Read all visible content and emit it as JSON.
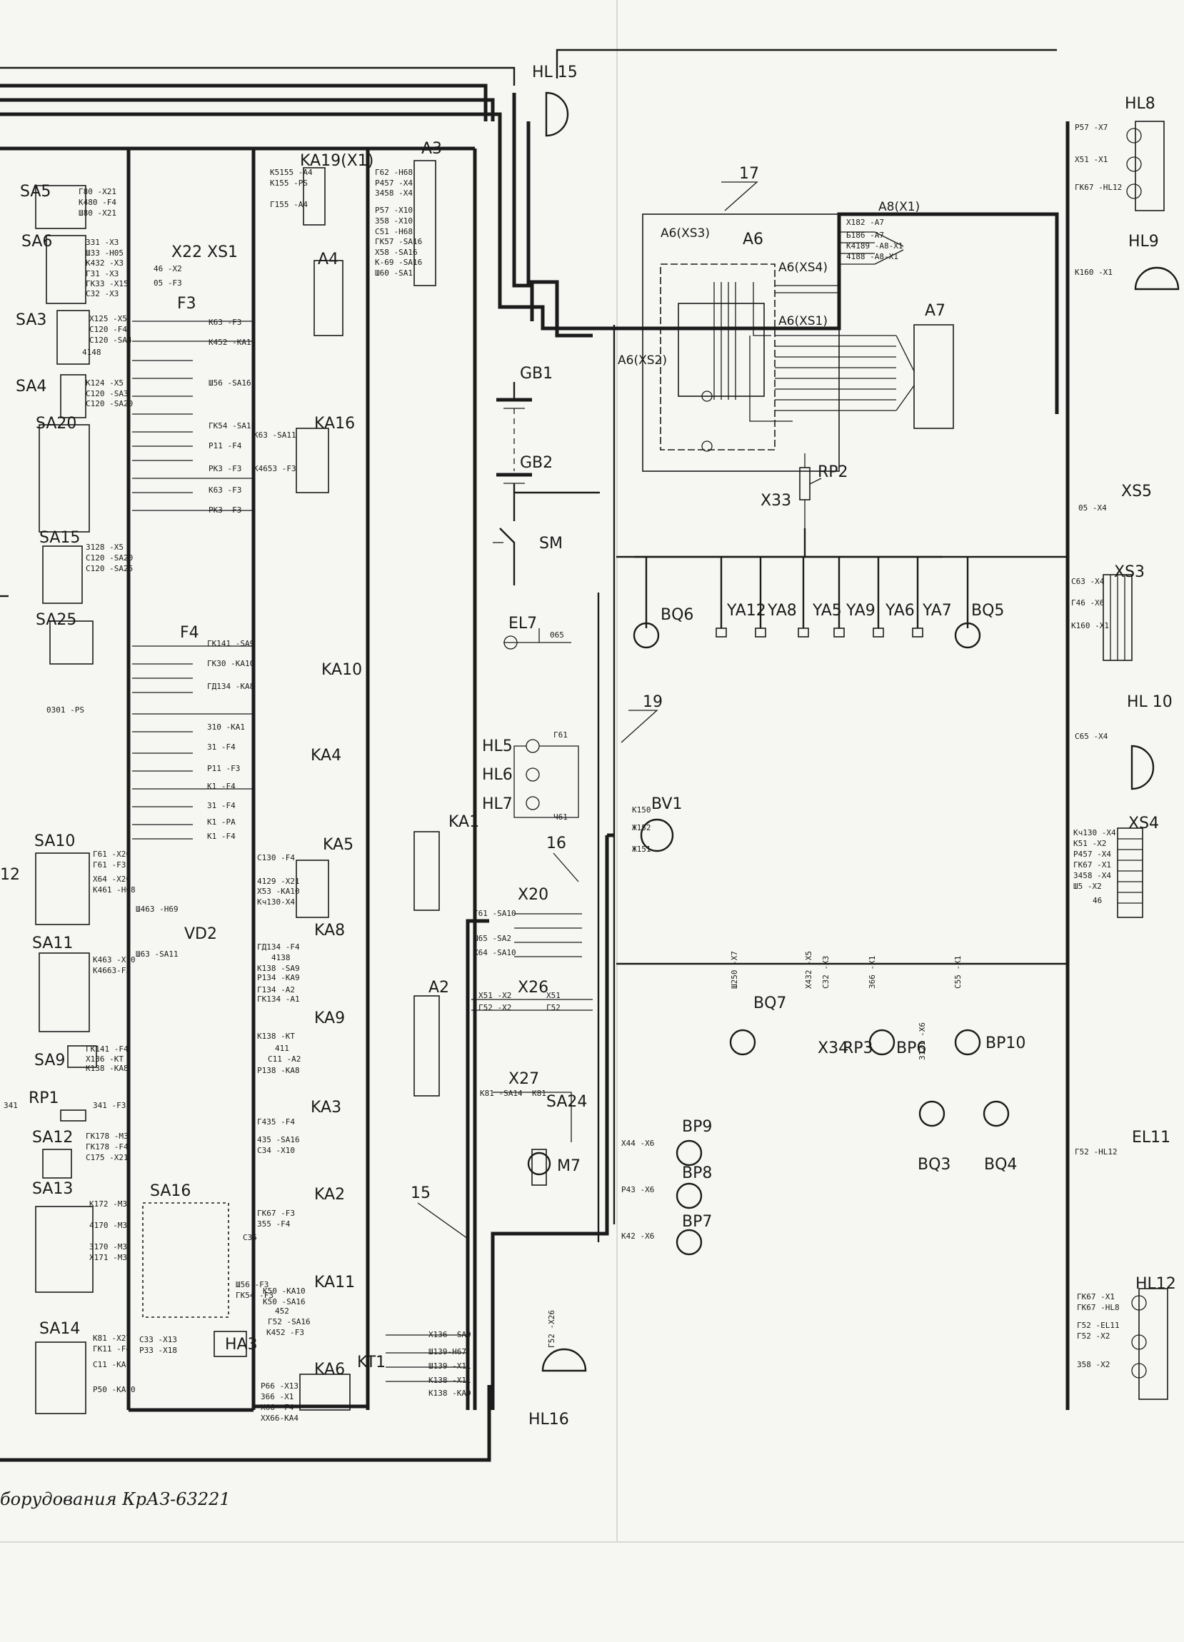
{
  "caption": "борудования КрАЗ-63221",
  "components": [
    {
      "id": "HL15",
      "label": "HL 15"
    },
    {
      "id": "HL8",
      "label": "HL8"
    },
    {
      "id": "HL9",
      "label": "HL9"
    },
    {
      "id": "SA5",
      "label": "SA5"
    },
    {
      "id": "SA6",
      "label": "SA6"
    },
    {
      "id": "KA19",
      "label": "KA19(X1)"
    },
    {
      "id": "A3",
      "label": "A3"
    },
    {
      "id": "X22",
      "label": "X22"
    },
    {
      "id": "XS1",
      "label": "XS1"
    },
    {
      "id": "A4",
      "label": "A4"
    },
    {
      "id": "F3",
      "label": "F3"
    },
    {
      "id": "SA3",
      "label": "SA3"
    },
    {
      "id": "SA4",
      "label": "SA4"
    },
    {
      "id": "SA20",
      "label": "SA20"
    },
    {
      "id": "KA16",
      "label": "KA16"
    },
    {
      "id": "SA15",
      "label": "SA15"
    },
    {
      "id": "GB1",
      "label": "GB1"
    },
    {
      "id": "GB2",
      "label": "GB2"
    },
    {
      "id": "SM",
      "label": "SM"
    },
    {
      "id": "A6",
      "label": "A6"
    },
    {
      "id": "A6XS3",
      "label": "A6(XS3)"
    },
    {
      "id": "A6XS4",
      "label": "A6(XS4)"
    },
    {
      "id": "A6XS1",
      "label": "A6(XS1)"
    },
    {
      "id": "A6XS2",
      "label": "A6(XS2)"
    },
    {
      "id": "A8X1",
      "label": "A8(X1)"
    },
    {
      "id": "A7",
      "label": "A7"
    },
    {
      "id": "RP2",
      "label": "RP2"
    },
    {
      "id": "X33",
      "label": "X33"
    },
    {
      "id": "XS5",
      "label": "XS5"
    },
    {
      "id": "XS3",
      "label": "XS3"
    },
    {
      "id": "BQ6",
      "label": "BQ6"
    },
    {
      "id": "YA12",
      "label": "YA12"
    },
    {
      "id": "YA8",
      "label": "YA8"
    },
    {
      "id": "YA5",
      "label": "YA5"
    },
    {
      "id": "YA9",
      "label": "YA9"
    },
    {
      "id": "YA6",
      "label": "YA6"
    },
    {
      "id": "YA7",
      "label": "YA7"
    },
    {
      "id": "BQ5",
      "label": "BQ5"
    },
    {
      "id": "SA25",
      "label": "SA25"
    },
    {
      "id": "F4",
      "label": "F4"
    },
    {
      "id": "KA10",
      "label": "KA10"
    },
    {
      "id": "EL7",
      "label": "EL7"
    },
    {
      "id": "HL10",
      "label": "HL 10"
    },
    {
      "id": "HL5",
      "label": "HL5"
    },
    {
      "id": "HL6",
      "label": "HL6"
    },
    {
      "id": "HL7",
      "label": "HL7"
    },
    {
      "id": "KA4",
      "label": "KA4"
    },
    {
      "id": "BV1",
      "label": "BV1"
    },
    {
      "id": "XS4",
      "label": "XS4"
    },
    {
      "id": "SA10",
      "label": "SA10"
    },
    {
      "id": "KA1",
      "label": "KA1"
    },
    {
      "id": "KA5",
      "label": "KA5"
    },
    {
      "id": "X20",
      "label": "X20"
    },
    {
      "id": "VD2",
      "label": "VD2"
    },
    {
      "id": "KA8",
      "label": "KA8"
    },
    {
      "id": "SA11",
      "label": "SA11"
    },
    {
      "id": "A2",
      "label": "A2"
    },
    {
      "id": "X26",
      "label": "X26"
    },
    {
      "id": "BQ7",
      "label": "BQ7"
    },
    {
      "id": "X34",
      "label": "X34"
    },
    {
      "id": "RP3",
      "label": "RP3"
    },
    {
      "id": "BP6",
      "label": "BP6"
    },
    {
      "id": "BP10",
      "label": "BP10"
    },
    {
      "id": "KA9",
      "label": "KA9"
    },
    {
      "id": "SA9",
      "label": "SA9"
    },
    {
      "id": "RP1",
      "label": "RP1"
    },
    {
      "id": "X27",
      "label": "X27"
    },
    {
      "id": "SA24",
      "label": "SA24"
    },
    {
      "id": "M7",
      "label": "M7"
    },
    {
      "id": "BQ3",
      "label": "BQ3"
    },
    {
      "id": "BQ4",
      "label": "BQ4"
    },
    {
      "id": "KA3",
      "label": "KA3"
    },
    {
      "id": "SA12",
      "label": "SA12"
    },
    {
      "id": "BP9",
      "label": "BP9"
    },
    {
      "id": "EL11",
      "label": "EL11"
    },
    {
      "id": "BP8",
      "label": "BP8"
    },
    {
      "id": "SA13",
      "label": "SA13"
    },
    {
      "id": "SA16",
      "label": "SA16"
    },
    {
      "id": "KA2",
      "label": "KA2"
    },
    {
      "id": "BP7",
      "label": "BP7"
    },
    {
      "id": "KA11",
      "label": "KA11"
    },
    {
      "id": "HL12",
      "label": "HL12"
    },
    {
      "id": "SA14",
      "label": "SA14"
    },
    {
      "id": "HA3",
      "label": "HA3"
    },
    {
      "id": "KA6",
      "label": "KA6"
    },
    {
      "id": "KT1",
      "label": "KT1"
    },
    {
      "id": "HL16",
      "label": "HL16"
    }
  ],
  "callouts": [
    {
      "id": "c17",
      "label": "17"
    },
    {
      "id": "c19",
      "label": "19"
    },
    {
      "id": "c16",
      "label": "16"
    },
    {
      "id": "c15",
      "label": "15"
    },
    {
      "id": "c12",
      "label": "12"
    }
  ],
  "wire_labels": [
    {
      "id": "w1",
      "text": "Г80 -Х21"
    },
    {
      "id": "w2",
      "text": "К480 -F4"
    },
    {
      "id": "w3",
      "text": "Ш80 -Х21"
    },
    {
      "id": "w4",
      "text": "331 -Х3"
    },
    {
      "id": "w5",
      "text": "Ш33 -Н05"
    },
    {
      "id": "w6",
      "text": "К432 -Х3"
    },
    {
      "id": "w7",
      "text": "Г31 -Х3"
    },
    {
      "id": "w8",
      "text": "ГК33 -Х15"
    },
    {
      "id": "w9",
      "text": "С32 -Х3"
    },
    {
      "id": "w10",
      "text": "Х125 -Х5"
    },
    {
      "id": "w11",
      "text": "С120 -F4"
    },
    {
      "id": "w12",
      "text": "С120 -SA4"
    },
    {
      "id": "w13",
      "text": "4148"
    },
    {
      "id": "w14",
      "text": "К124 -Х5"
    },
    {
      "id": "w15",
      "text": "С120 -SA3"
    },
    {
      "id": "w16",
      "text": "С120 -SA20"
    },
    {
      "id": "w17",
      "text": "3128 -Х5"
    },
    {
      "id": "w18",
      "text": "С120 -SA20"
    },
    {
      "id": "w19",
      "text": "С120 -SA25"
    },
    {
      "id": "w20",
      "text": "Г62 -Н68"
    },
    {
      "id": "w21",
      "text": "Р457 -Х4"
    },
    {
      "id": "w22",
      "text": "3458 -Х4"
    },
    {
      "id": "w23",
      "text": "Р57 -Х10"
    },
    {
      "id": "w24",
      "text": "358 -Х10"
    },
    {
      "id": "w25",
      "text": "С51 -Н68"
    },
    {
      "id": "w26",
      "text": "ГК57 -SA16"
    },
    {
      "id": "w27",
      "text": "Х58 -SA16"
    },
    {
      "id": "w28",
      "text": "К-69 -SA16"
    },
    {
      "id": "w29",
      "text": "Ш60 -SA1"
    },
    {
      "id": "w30",
      "text": "К5155 -А4"
    },
    {
      "id": "w31",
      "text": "К155 -PS"
    },
    {
      "id": "w32",
      "text": "Г155 -А4"
    },
    {
      "id": "w33",
      "text": "46 -Х2"
    },
    {
      "id": "w34",
      "text": "05 -F3"
    },
    {
      "id": "w35",
      "text": "К63 -F3"
    },
    {
      "id": "w36",
      "text": "К452 -КА11"
    },
    {
      "id": "w37",
      "text": "Ш56 -SA16"
    },
    {
      "id": "w38",
      "text": "ГК54 -SA16"
    },
    {
      "id": "w39",
      "text": "К63 -SA11"
    },
    {
      "id": "w40",
      "text": "К4653 -F3"
    },
    {
      "id": "w41",
      "text": "Р11 -F4"
    },
    {
      "id": "w42",
      "text": "РК3 -F3"
    },
    {
      "id": "w43",
      "text": "К63 -F3"
    },
    {
      "id": "w44",
      "text": "РК3 -F3"
    },
    {
      "id": "w45",
      "text": "Х182 -А7"
    },
    {
      "id": "w46",
      "text": "Б186 -А7"
    },
    {
      "id": "w47",
      "text": "К4189 -А8-Х1"
    },
    {
      "id": "w48",
      "text": "4188 -А8-Х1"
    },
    {
      "id": "w49",
      "text": "05 -Х4"
    },
    {
      "id": "w50",
      "text": "С63 -Х4"
    },
    {
      "id": "w51",
      "text": "Г46 -Х6"
    },
    {
      "id": "w52",
      "text": "К160 -Х1"
    },
    {
      "id": "w53",
      "text": "Р57 -Х7"
    },
    {
      "id": "w54",
      "text": "Х51 -Х1"
    },
    {
      "id": "w55",
      "text": "ГК67 -HL12"
    },
    {
      "id": "w56",
      "text": "К160 -Х1"
    },
    {
      "id": "w57",
      "text": "С65 -Х4"
    },
    {
      "id": "w58",
      "text": "0301 -PS"
    },
    {
      "id": "w59",
      "text": "ГК141 -SA9"
    },
    {
      "id": "w60",
      "text": "ГК30 -КА10"
    },
    {
      "id": "w61",
      "text": "ГД134 -КА8"
    },
    {
      "id": "w62",
      "text": "310 -КА1"
    },
    {
      "id": "w63",
      "text": "31 -F4"
    },
    {
      "id": "w64",
      "text": "Р11 -F3"
    },
    {
      "id": "w65",
      "text": "К1 -F4"
    },
    {
      "id": "w66",
      "text": "31 -F4"
    },
    {
      "id": "w67",
      "text": "К1 -PA"
    },
    {
      "id": "w68",
      "text": "К1 -F4"
    },
    {
      "id": "w69",
      "text": "065"
    },
    {
      "id": "w70",
      "text": "Г61"
    },
    {
      "id": "w71",
      "text": "Ч61"
    },
    {
      "id": "w72",
      "text": "К150"
    },
    {
      "id": "w73",
      "text": "Ж152"
    },
    {
      "id": "w74",
      "text": "Ж151"
    },
    {
      "id": "w75",
      "text": "Кч130 -Х4"
    },
    {
      "id": "w76",
      "text": "К51 -Х2"
    },
    {
      "id": "w77",
      "text": "Р457 -Х4"
    },
    {
      "id": "w78",
      "text": "ГК67 -Х1"
    },
    {
      "id": "w79",
      "text": "3458 -Х4"
    },
    {
      "id": "w80",
      "text": "Ш5 -Х2"
    },
    {
      "id": "w81",
      "text": "46"
    },
    {
      "id": "w82",
      "text": "Г61 -Х20"
    },
    {
      "id": "w83",
      "text": "Г61 -F3"
    },
    {
      "id": "w84",
      "text": "Х64 -Х20"
    },
    {
      "id": "w85",
      "text": "К461 -Н68"
    },
    {
      "id": "w86",
      "text": "С130 -F4"
    },
    {
      "id": "w87",
      "text": "4129 -Х21"
    },
    {
      "id": "w88",
      "text": "Х53 -КА10"
    },
    {
      "id": "w89",
      "text": "Кч130-Х4"
    },
    {
      "id": "w90",
      "text": "Г61 -SA10"
    },
    {
      "id": "w91",
      "text": "Ш65 -SA2"
    },
    {
      "id": "w92",
      "text": "Х64 -SA10"
    },
    {
      "id": "w93",
      "text": "Ш463 -Н69"
    },
    {
      "id": "w94",
      "text": "Ш63 -SA11"
    },
    {
      "id": "w95",
      "text": "ГД134 -F4"
    },
    {
      "id": "w96",
      "text": "4138"
    },
    {
      "id": "w97",
      "text": "К138 -SA9"
    },
    {
      "id": "w98",
      "text": "Р134 -КА9"
    },
    {
      "id": "w99",
      "text": "Г134 -А2"
    },
    {
      "id": "w100",
      "text": "ГК134 -А1"
    },
    {
      "id": "w101",
      "text": "Х51 -Х2"
    },
    {
      "id": "w102",
      "text": "Г52 -Х2"
    },
    {
      "id": "w103",
      "text": "Х51"
    },
    {
      "id": "w104",
      "text": "Г52"
    },
    {
      "id": "w105",
      "text": "Ш250 -Х7"
    },
    {
      "id": "w106",
      "text": "Х432 -Х5"
    },
    {
      "id": "w107",
      "text": "С32 -Х3"
    },
    {
      "id": "w108",
      "text": "366 -Х1"
    },
    {
      "id": "w109",
      "text": "С55 -Х1"
    },
    {
      "id": "w110",
      "text": "К463 -Х10"
    },
    {
      "id": "w111",
      "text": "К4663-F3"
    },
    {
      "id": "w112",
      "text": "К138 -КТ"
    },
    {
      "id": "w113",
      "text": "411"
    },
    {
      "id": "w114",
      "text": "С11 -А2"
    },
    {
      "id": "w115",
      "text": "Р138 -КА8"
    },
    {
      "id": "w116",
      "text": "ГК141 -F4"
    },
    {
      "id": "w117",
      "text": "Х136 -КТ"
    },
    {
      "id": "w118",
      "text": "К138 -КА8"
    },
    {
      "id": "w119",
      "text": "341"
    },
    {
      "id": "w120",
      "text": "341 -F3"
    },
    {
      "id": "w121",
      "text": "К81 -SA14"
    },
    {
      "id": "w122",
      "text": "К81"
    },
    {
      "id": "w123",
      "text": "3121 -Х6"
    },
    {
      "id": "w124",
      "text": "Г435 -F4"
    },
    {
      "id": "w125",
      "text": "435 -SA16"
    },
    {
      "id": "w126",
      "text": "С34 -Х10"
    },
    {
      "id": "w127",
      "text": "ГК178 -М3"
    },
    {
      "id": "w128",
      "text": "ГК178 -F4"
    },
    {
      "id": "w129",
      "text": "С175 -Х21"
    },
    {
      "id": "w130",
      "text": "Х44 -Х6"
    },
    {
      "id": "w131",
      "text": "Г52 -HL12"
    },
    {
      "id": "w132",
      "text": "Р43 -Х6"
    },
    {
      "id": "w133",
      "text": "К172 -М3"
    },
    {
      "id": "w134",
      "text": "4170 -М3"
    },
    {
      "id": "w135",
      "text": "3170 -М3"
    },
    {
      "id": "w136",
      "text": "Х171 -М3"
    },
    {
      "id": "w137",
      "text": "ГК67 -F3"
    },
    {
      "id": "w138",
      "text": "355 -F4"
    },
    {
      "id": "w139",
      "text": "С35"
    },
    {
      "id": "w140",
      "text": "Ш56 -F3"
    },
    {
      "id": "w141",
      "text": "ГК54 -F3"
    },
    {
      "id": "w142",
      "text": "К42 -Х6"
    },
    {
      "id": "w143",
      "text": "К50 -КА10"
    },
    {
      "id": "w144",
      "text": "К50 -SA16"
    },
    {
      "id": "w145",
      "text": "452"
    },
    {
      "id": "w146",
      "text": "Г52 -SA16"
    },
    {
      "id": "w147",
      "text": "К452 -F3"
    },
    {
      "id": "w148",
      "text": "ГК67 -Х1"
    },
    {
      "id": "w149",
      "text": "ГК67 -HL8"
    },
    {
      "id": "w150",
      "text": "Г52 -EL11"
    },
    {
      "id": "w151",
      "text": "Г52 -Х2"
    },
    {
      "id": "w152",
      "text": "358 -Х2"
    },
    {
      "id": "w153",
      "text": "К81 -Х27"
    },
    {
      "id": "w154",
      "text": "ГК11 -F4"
    },
    {
      "id": "w155",
      "text": "С11 -КА1"
    },
    {
      "id": "w156",
      "text": "Р50 -КА10"
    },
    {
      "id": "w157",
      "text": "С33 -Х13"
    },
    {
      "id": "w158",
      "text": "Р33 -Х18"
    },
    {
      "id": "w159",
      "text": "Р66 -Х13"
    },
    {
      "id": "w160",
      "text": "366 -Х1"
    },
    {
      "id": "w161",
      "text": "Х66 -F4"
    },
    {
      "id": "w162",
      "text": "ХХ66-КА4"
    },
    {
      "id": "w163",
      "text": "Х136 -SA9"
    },
    {
      "id": "w164",
      "text": "Ш139-Н67"
    },
    {
      "id": "w165",
      "text": "Ш139 -Х11"
    },
    {
      "id": "w166",
      "text": "К138 -Х11"
    },
    {
      "id": "w167",
      "text": "К138 -КА9"
    },
    {
      "id": "w168",
      "text": "Г52 -Х26"
    }
  ]
}
